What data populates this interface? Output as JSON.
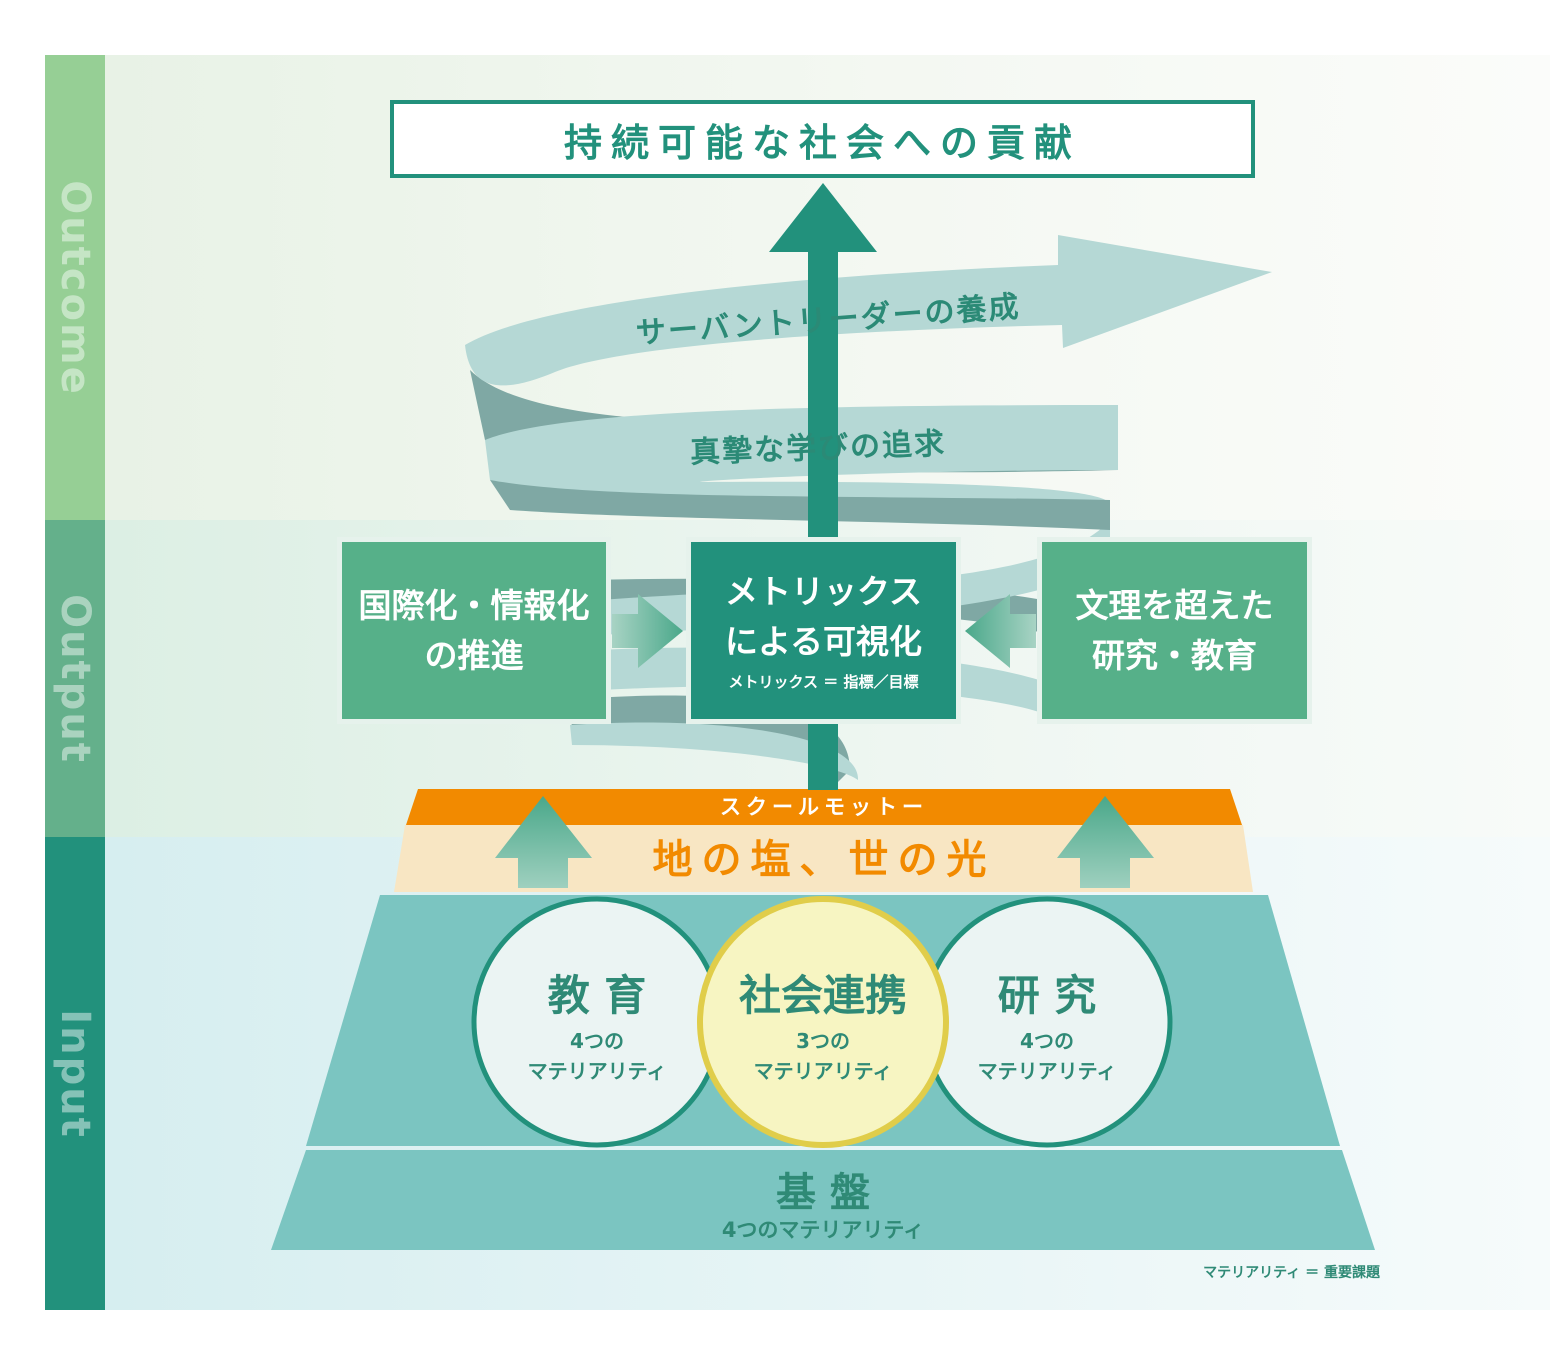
{
  "colors": {
    "outcome_band": "#96cf95",
    "output_band": "#64b08b",
    "input_band": "#22917c",
    "teal_dark": "#22917c",
    "box_green": "#56b089",
    "orange": "#f28a00",
    "cream": "#f8e6c3",
    "trapezoid": "#7bc5c1",
    "ribbon_light": "#b5d8d5",
    "ribbon_dark": "#7fa8a4",
    "circle_fill": "#ebf4f3",
    "circle_yellow_fill": "#f7f5c2",
    "circle_yellow_stroke": "#e0cd4a"
  },
  "bands": {
    "outcome": "Outcome",
    "output": "Output",
    "input": "Input"
  },
  "top_goal": "持続可能な社会への貢献",
  "ribbons": {
    "upper": "サーバントリーダーの養成",
    "lower": "真摯な学びの追求"
  },
  "output_boxes": {
    "left_line1": "国際化・情報化",
    "left_line2": "の推進",
    "center_line1": "メトリックス",
    "center_line2": "による可視化",
    "center_note": "メトリックス ＝ 指標／目標",
    "right_line1": "文理を超えた",
    "right_line2": "研究・教育"
  },
  "motto": {
    "label": "スクールモットー",
    "text": "地の塩、世の光"
  },
  "circles": {
    "education_title": "教 育",
    "education_count": "4つの",
    "education_sub": "マテリアリティ",
    "social_title": "社会連携",
    "social_count": "3つの",
    "social_sub": "マテリアリティ",
    "research_title": "研 究",
    "research_count": "4つの",
    "research_sub": "マテリアリティ"
  },
  "foundation": {
    "title": "基 盤",
    "sub": "4つのマテリアリティ"
  },
  "footnote": "マテリアリティ ＝ 重要課題"
}
